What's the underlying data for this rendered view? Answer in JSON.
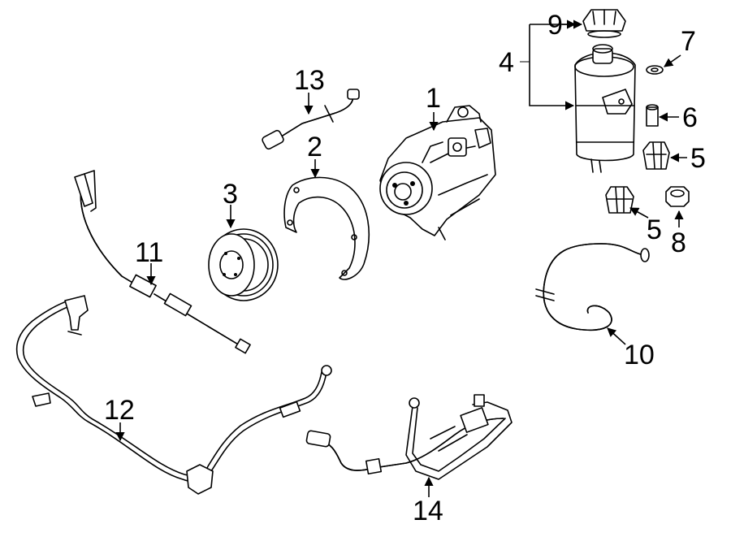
{
  "callouts": {
    "c1": "1",
    "c2": "2",
    "c3": "3",
    "c4": "4",
    "c5a": "5",
    "c5b": "5",
    "c6": "6",
    "c7": "7",
    "c8": "8",
    "c9": "9",
    "c10": "10",
    "c11": "11",
    "c12": "12",
    "c13": "13",
    "c14": "14"
  },
  "parts": [
    {
      "callout": "1",
      "name": "power-steering-pump-icon"
    },
    {
      "callout": "2",
      "name": "heat-shield-icon"
    },
    {
      "callout": "3",
      "name": "pulley-icon"
    },
    {
      "callout": "4",
      "name": "reservoir-icon"
    },
    {
      "callout": "5",
      "name": "bracket-cushion-icon"
    },
    {
      "callout": "6",
      "name": "spacer-icon"
    },
    {
      "callout": "7",
      "name": "washer-icon"
    },
    {
      "callout": "8",
      "name": "nut-icon"
    },
    {
      "callout": "9",
      "name": "reservoir-cap-icon"
    },
    {
      "callout": "10",
      "name": "return-hose-icon"
    },
    {
      "callout": "11",
      "name": "pressure-hose-icon"
    },
    {
      "callout": "12",
      "name": "cooler-line-icon"
    },
    {
      "callout": "13",
      "name": "suction-hose-icon"
    },
    {
      "callout": "14",
      "name": "return-line-assembly-icon"
    }
  ],
  "colors": {
    "line": "#000000",
    "background": "#ffffff"
  }
}
